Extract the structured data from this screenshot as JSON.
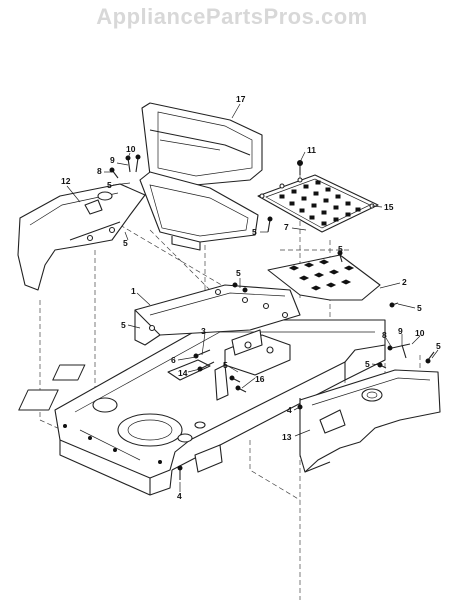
{
  "watermark": "AppliancePartsPros.com",
  "callouts": {
    "c17": "17",
    "c11": "11",
    "c10a": "10",
    "c9a": "9",
    "c8a": "8",
    "c12": "12",
    "c5a": "5",
    "c5b": "5",
    "c15": "15",
    "c7": "7",
    "c5c": "5",
    "c5d": "5",
    "c5e": "5",
    "c2": "2",
    "c1": "1",
    "c5f": "5",
    "c5g": "5",
    "c3": "3",
    "c6": "6",
    "c14": "14",
    "c5h": "5",
    "c16": "16",
    "c8b": "8",
    "c9b": "9",
    "c10b": "10",
    "c5i": "5",
    "c5j": "5",
    "c4a": "4",
    "c13": "13",
    "c4b": "4"
  }
}
